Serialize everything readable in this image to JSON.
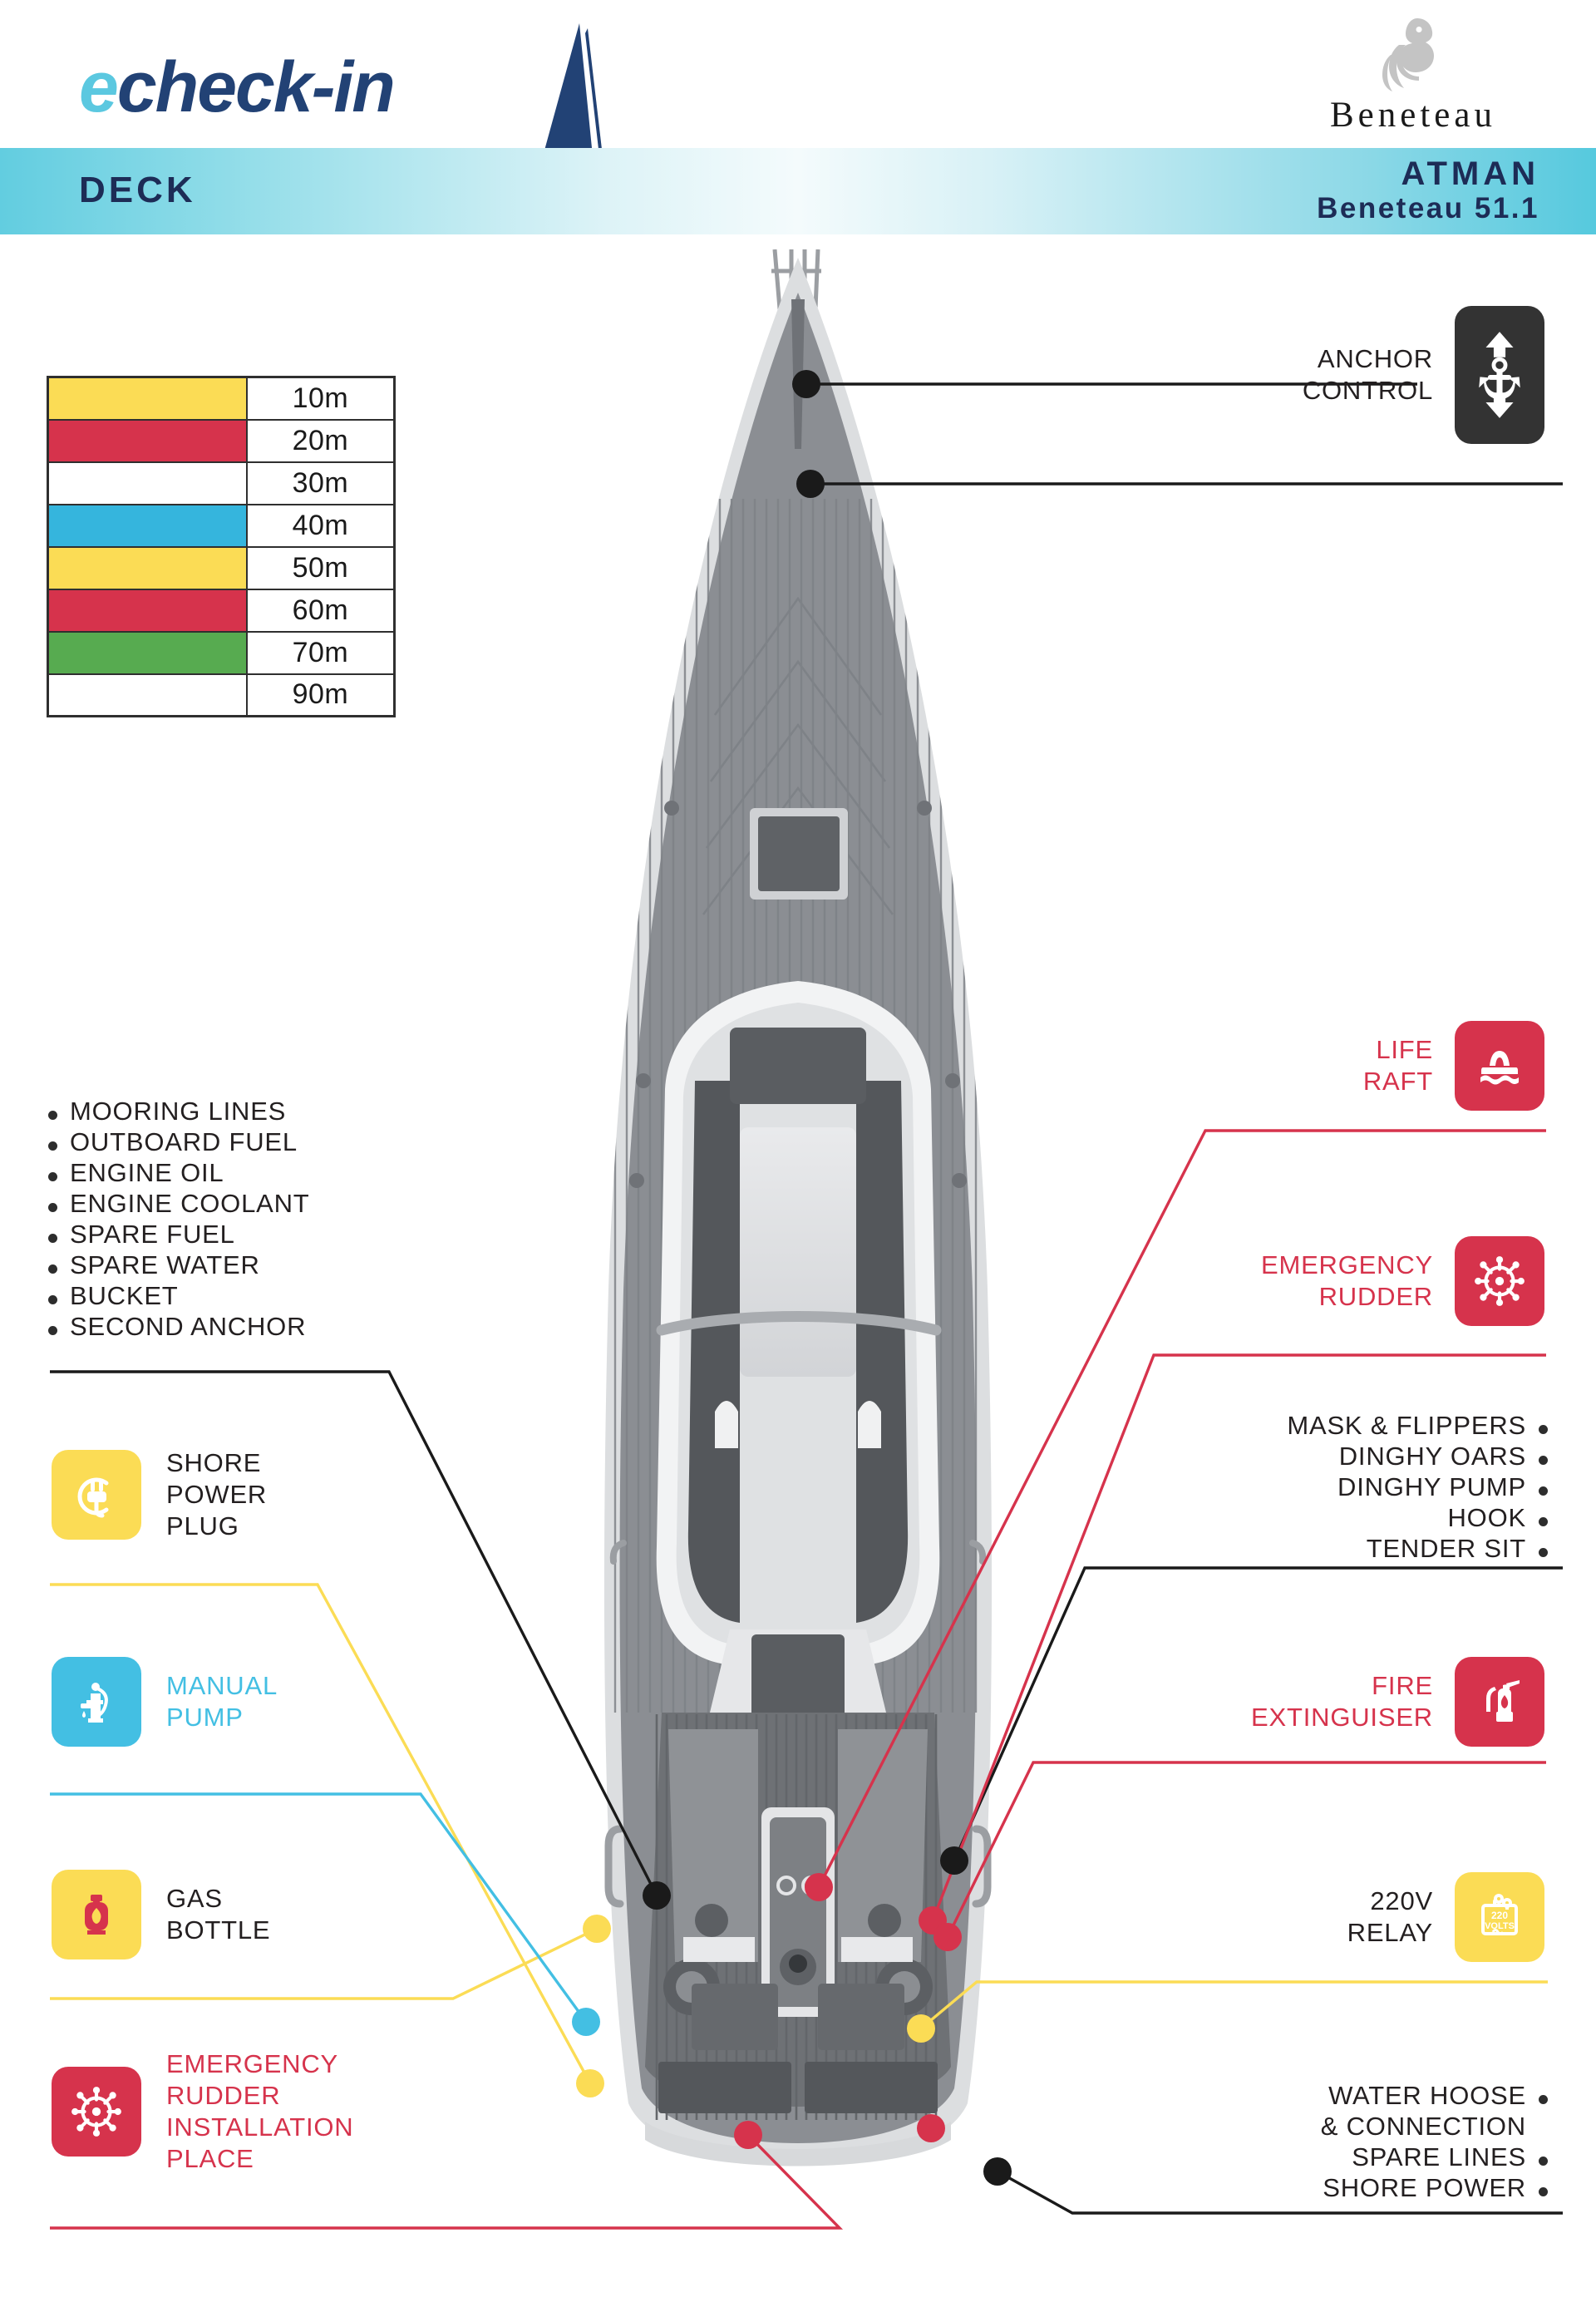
{
  "header": {
    "logo_text_e": "e",
    "logo_text_rest": "check-in",
    "logo_sail_icon": "sailboat-icon",
    "brand_name": "Beneteau",
    "brand_mark_icon": "seahorse-icon",
    "section_label": "DECK",
    "boat_name": "ATMAN",
    "boat_model": "Beneteau 51.1",
    "band_gradient_from": "#62cde0",
    "band_gradient_mid": "#f4fbfc",
    "band_gradient_to": "#56c9de",
    "navy": "#1d2c56",
    "logo_cyan": "#5bc8e0"
  },
  "chain_table": {
    "caption": "anchor-chain-depth-markers",
    "rows": [
      {
        "depth": "10m",
        "color": "#fbdc55"
      },
      {
        "depth": "20m",
        "color": "#d6334c"
      },
      {
        "depth": "30m",
        "color": "#ffffff"
      },
      {
        "depth": "40m",
        "color": "#35b5dd"
      },
      {
        "depth": "50m",
        "color": "#fbdc55"
      },
      {
        "depth": "60m",
        "color": "#d6334c"
      },
      {
        "depth": "70m",
        "color": "#57ab50"
      },
      {
        "depth": "90m",
        "color": "#ffffff"
      }
    ]
  },
  "lists": {
    "left": [
      "MOORING LINES",
      "OUTBOARD FUEL",
      "ENGINE OIL",
      "ENGINE COOLANT",
      "SPARE FUEL",
      "SPARE WATER",
      "BUCKET",
      "SECOND ANCHOR"
    ],
    "right_top": [
      "MASK & FLIPPERS",
      "DINGHY OARS",
      "DINGHY PUMP",
      "HOOK",
      "TENDER SIT"
    ],
    "right_bottom_1_line1": "WATER HOOSE",
    "right_bottom_1_line2": "& CONNECTION",
    "right_bottom_2": "SPARE LINES",
    "right_bottom_3": "SHORE POWER"
  },
  "icons": {
    "anchor_control": {
      "line1": "ANCHOR",
      "line2": "CONTROL",
      "icon": "anchor-control-icon",
      "tile": "#333333",
      "text": "#231f20"
    },
    "life_raft": {
      "line1": "LIFE",
      "line2": "RAFT",
      "icon": "life-raft-icon",
      "tile": "#d6334c",
      "text": "#d6334c"
    },
    "emergency_rudder": {
      "line1": "EMERGENCY",
      "line2": "RUDDER",
      "icon": "ship-wheel-icon",
      "tile": "#d6334c",
      "text": "#d6334c"
    },
    "fire_extinguisher": {
      "line1": "FIRE",
      "line2": "EXTINGUISER",
      "icon": "fire-extinguisher-icon",
      "tile": "#d6334c",
      "text": "#d6334c"
    },
    "relay_220v": {
      "line1": "220V",
      "line2": "RELAY",
      "icon": "220-volts-icon",
      "tile": "#fbdc55",
      "text": "#231f20",
      "badge_line1": "220",
      "badge_line2": "VOLTS"
    },
    "shore_power_plug": {
      "line1": "SHORE",
      "line2": "POWER",
      "line3": "PLUG",
      "icon": "power-plug-icon",
      "tile": "#fbdc55",
      "text": "#231f20"
    },
    "manual_pump": {
      "line1": "MANUAL",
      "line2": "PUMP",
      "icon": "hand-pump-icon",
      "tile": "#43bfe3",
      "text": "#43bfe3"
    },
    "gas_bottle": {
      "line1": "GAS",
      "line2": "BOTTLE",
      "icon": "gas-bottle-icon",
      "tile": "#fbdc55",
      "text": "#231f20"
    },
    "emergency_rudder_install": {
      "line1": "EMERGENCY",
      "line2": "RUDDER",
      "line3": "INSTALLATION",
      "line4": "PLACE",
      "icon": "ship-wheel-icon",
      "tile": "#d6334c",
      "text": "#d6334c"
    }
  },
  "diagram": {
    "view": "deck-plan-top-view",
    "vessel": "Beneteau 51.1 sailing yacht",
    "leader_colors": {
      "black": "#1a1a1a",
      "red": "#d6334c",
      "yellow": "#fbdc55",
      "cyan": "#43bfe3"
    }
  }
}
